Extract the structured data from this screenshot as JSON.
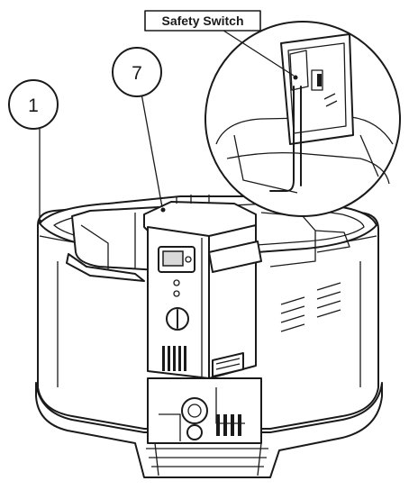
{
  "callouts": [
    {
      "id": "1",
      "text": "1"
    },
    {
      "id": "7",
      "text": "7"
    }
  ],
  "labels": {
    "safety_switch": "Safety Switch"
  }
}
